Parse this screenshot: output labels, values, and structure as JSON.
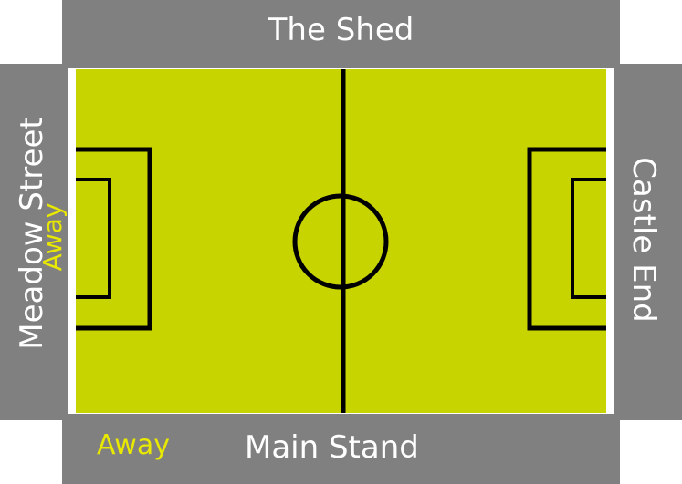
{
  "stands": {
    "top": "The Shed",
    "bottom": "Main Stand",
    "left": "Meadow Street",
    "right": "Castle End",
    "away_left": "Away",
    "away_bottom": "Away"
  },
  "colors": {
    "pitch": "#c8d400",
    "stand": "#808080",
    "lines": "#000000",
    "stand_text": "#ffffff",
    "away_text": "#e8e800"
  }
}
